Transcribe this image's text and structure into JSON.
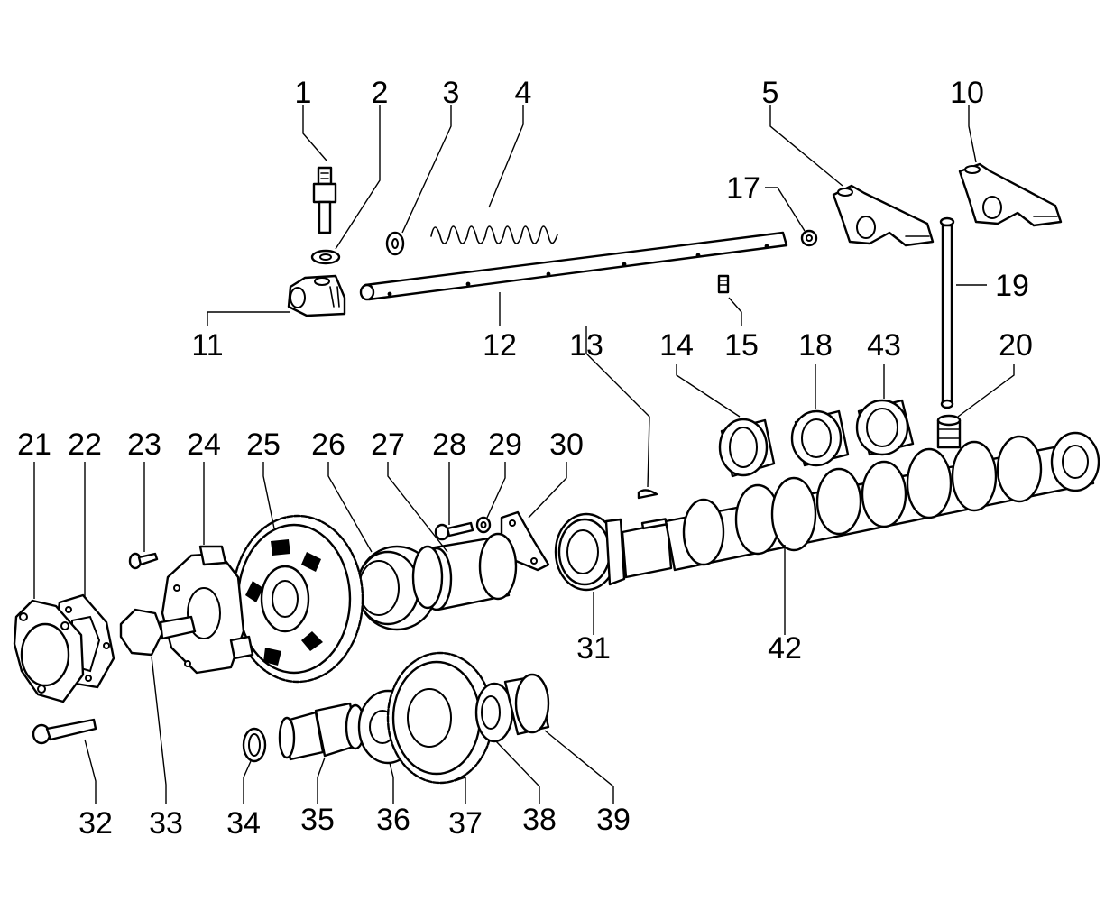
{
  "diagram": {
    "callouts": [
      {
        "id": "c1",
        "label": "1"
      },
      {
        "id": "c2",
        "label": "2"
      },
      {
        "id": "c3",
        "label": "3"
      },
      {
        "id": "c4",
        "label": "4"
      },
      {
        "id": "c5",
        "label": "5"
      },
      {
        "id": "c10",
        "label": "10"
      },
      {
        "id": "c17",
        "label": "17"
      },
      {
        "id": "c19",
        "label": "19"
      },
      {
        "id": "c11",
        "label": "11"
      },
      {
        "id": "c12",
        "label": "12"
      },
      {
        "id": "c15",
        "label": "15"
      },
      {
        "id": "c13",
        "label": "13"
      },
      {
        "id": "c14",
        "label": "14"
      },
      {
        "id": "c18",
        "label": "18"
      },
      {
        "id": "c43",
        "label": "43"
      },
      {
        "id": "c20",
        "label": "20"
      },
      {
        "id": "c21",
        "label": "21"
      },
      {
        "id": "c22",
        "label": "22"
      },
      {
        "id": "c23",
        "label": "23"
      },
      {
        "id": "c24",
        "label": "24"
      },
      {
        "id": "c25",
        "label": "25"
      },
      {
        "id": "c26",
        "label": "26"
      },
      {
        "id": "c27",
        "label": "27"
      },
      {
        "id": "c28",
        "label": "28"
      },
      {
        "id": "c29",
        "label": "29"
      },
      {
        "id": "c30",
        "label": "30"
      },
      {
        "id": "c31",
        "label": "31"
      },
      {
        "id": "c42",
        "label": "42"
      },
      {
        "id": "c32",
        "label": "32"
      },
      {
        "id": "c33",
        "label": "33"
      },
      {
        "id": "c34",
        "label": "34"
      },
      {
        "id": "c35",
        "label": "35"
      },
      {
        "id": "c36",
        "label": "36"
      },
      {
        "id": "c37",
        "label": "37"
      },
      {
        "id": "c38",
        "label": "38"
      },
      {
        "id": "c39",
        "label": "39"
      }
    ]
  }
}
